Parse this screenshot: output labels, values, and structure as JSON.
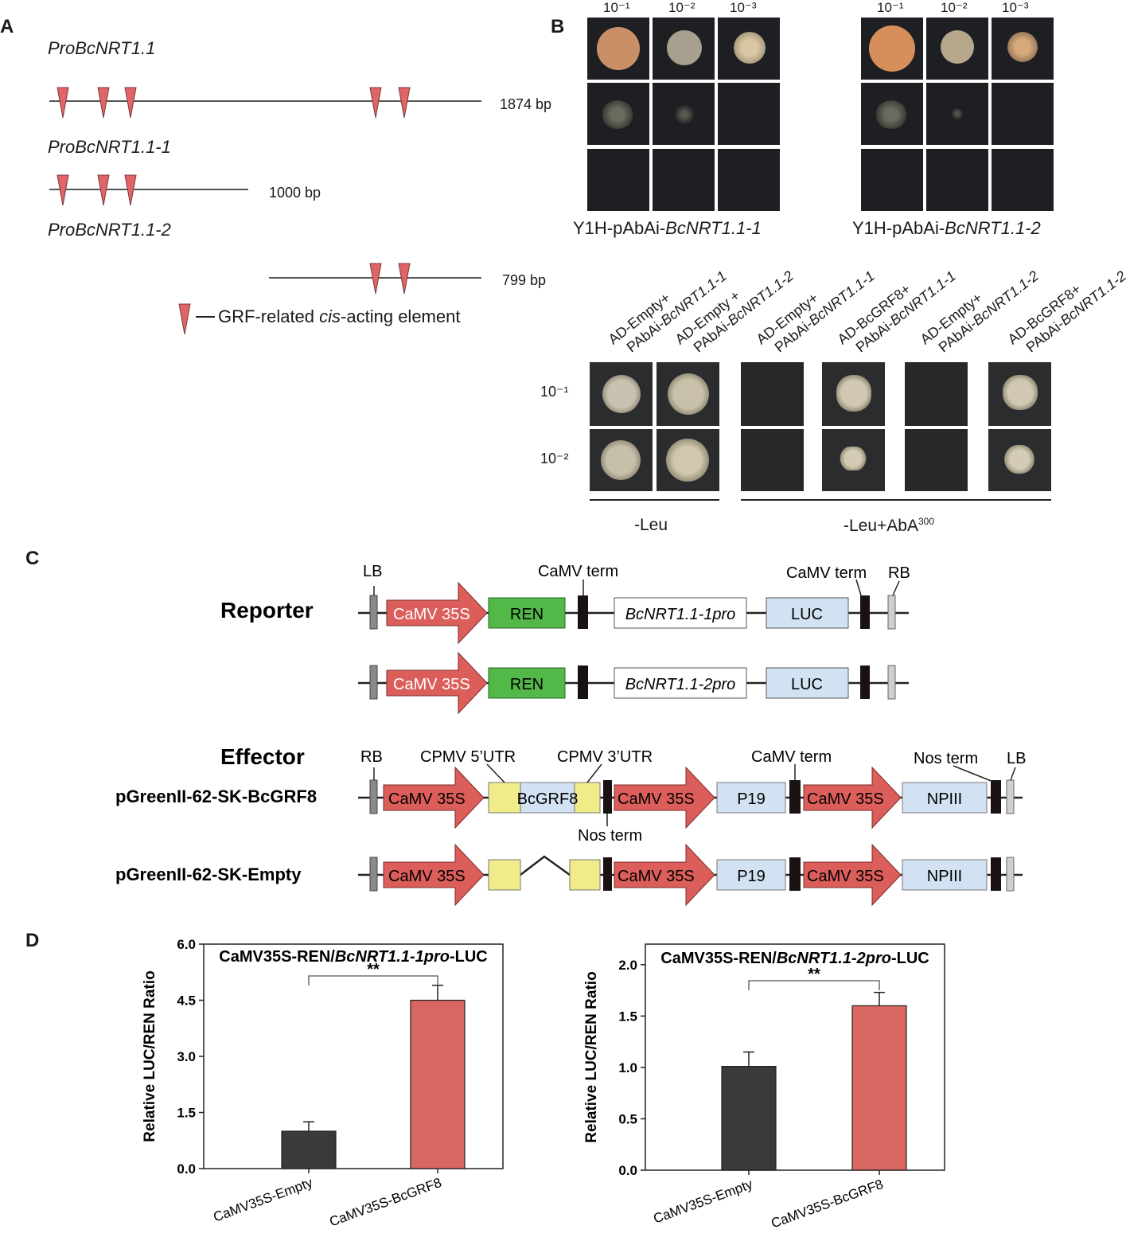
{
  "panels": {
    "a": "A",
    "b": "B",
    "c": "C",
    "d": "D"
  },
  "panel_a": {
    "promoters": [
      {
        "name": "ProBcNRT1.1",
        "length": "1874 bp"
      },
      {
        "name": "ProBcNRT1.1-1",
        "length": "1000 bp"
      },
      {
        "name": "ProBcNRT1.1-2",
        "length": "799 bp"
      }
    ],
    "legend_prefix": "GRF-related ",
    "legend_italic": "cis",
    "legend_suffix": "-acting element",
    "marker_color": "#e16466"
  },
  "panel_b": {
    "dilutions": [
      "10⁻¹",
      "10⁻²",
      "10⁻³"
    ],
    "top_left_caption_prefix": "Y1H-pAbAi-",
    "top_left_caption_italic": "BcNRT1.1-1",
    "top_right_caption_prefix": "Y1H-pAbAi-",
    "top_right_caption_italic": "BcNRT1.1-2",
    "strains": [
      {
        "line1": "AD-Empty+",
        "line2_prefix": "PAbAi-",
        "line2_italic": "BcNRT1.1-1"
      },
      {
        "line1": "AD-Empty +",
        "line2_prefix": "PAbAi-",
        "line2_italic": "BcNRT1.1-2"
      },
      {
        "line1": "AD-Empty+",
        "line2_prefix": "PAbAi-",
        "line2_italic": "BcNRT1.1-1"
      },
      {
        "line1": "AD-BcGRF8+",
        "line2_prefix": "PAbAi-",
        "line2_italic": "BcNRT1.1-1"
      },
      {
        "line1": "AD-Empty+",
        "line2_prefix": "PAbAi-",
        "line2_italic": "BcNRT1.1-2"
      },
      {
        "line1": "AD-BcGRF8+",
        "line2_prefix": "PAbAi-",
        "line2_italic": "BcNRT1.1-2"
      }
    ],
    "row_dilutions": [
      "10⁻¹",
      "10⁻²"
    ],
    "condition_left": "-Leu",
    "condition_right": "-Leu+AbA",
    "condition_right_sup": "300"
  },
  "panel_c": {
    "reporter_title": "Reporter",
    "effector_title": "Effector",
    "labels": {
      "lb": "LB",
      "rb": "RB",
      "camv_term": "CaMV term",
      "camv35s": "CaMV 35S",
      "ren": "REN",
      "luc": "LUC",
      "pro1": "BcNRT1.1-1pro",
      "pro2": "BcNRT1.1-2pro",
      "cpmv5": "CPMV 5’UTR",
      "cpmv3": "CPMV 3’UTR",
      "bcgrf8": "BcGRF8",
      "p19": "P19",
      "npiii": "NPIII",
      "nos_term": "Nos term"
    },
    "effector_names": [
      "pGreenII-62-SK-BcGRF8",
      "pGreenII-62-SK-Empty"
    ],
    "colors": {
      "promoter": "#dc5e5b",
      "ren": "#52b848",
      "box": "#d2e2f3",
      "utr": "#f1ec8a",
      "term": "#1a1212"
    }
  },
  "chart_data": [
    {
      "type": "bar",
      "title_prefix": "CaMV35S-REN/",
      "title_italic": "BcNRT1.1-1pro",
      "title_suffix": "-LUC",
      "ylabel": "Relative LUC/REN Ratio",
      "categories": [
        "CaMV35S-Empty",
        "CaMV35S-BcGRF8"
      ],
      "values": [
        1.0,
        4.5
      ],
      "errors": [
        0.25,
        0.4
      ],
      "ylim": [
        0,
        6.0
      ],
      "yticks": [
        "0.0",
        "1.5",
        "3.0",
        "4.5",
        "6.0"
      ],
      "significance": "**",
      "colors": [
        "#3b3a38",
        "#d96661"
      ]
    },
    {
      "type": "bar",
      "title_prefix": "CaMV35S-REN/",
      "title_italic": "BcNRT1.1-2pro",
      "title_suffix": "-LUC",
      "ylabel": "Relative LUC/REN Ratio",
      "categories": [
        "CaMV35S-Empty",
        "CaMV35S-BcGRF8"
      ],
      "values": [
        1.01,
        1.6
      ],
      "errors": [
        0.14,
        0.13
      ],
      "ylim": [
        0,
        2.2
      ],
      "yticks": [
        "0.0",
        "0.5",
        "1.0",
        "1.5",
        "2.0"
      ],
      "significance": "**",
      "colors": [
        "#3b3a38",
        "#d96661"
      ]
    }
  ]
}
